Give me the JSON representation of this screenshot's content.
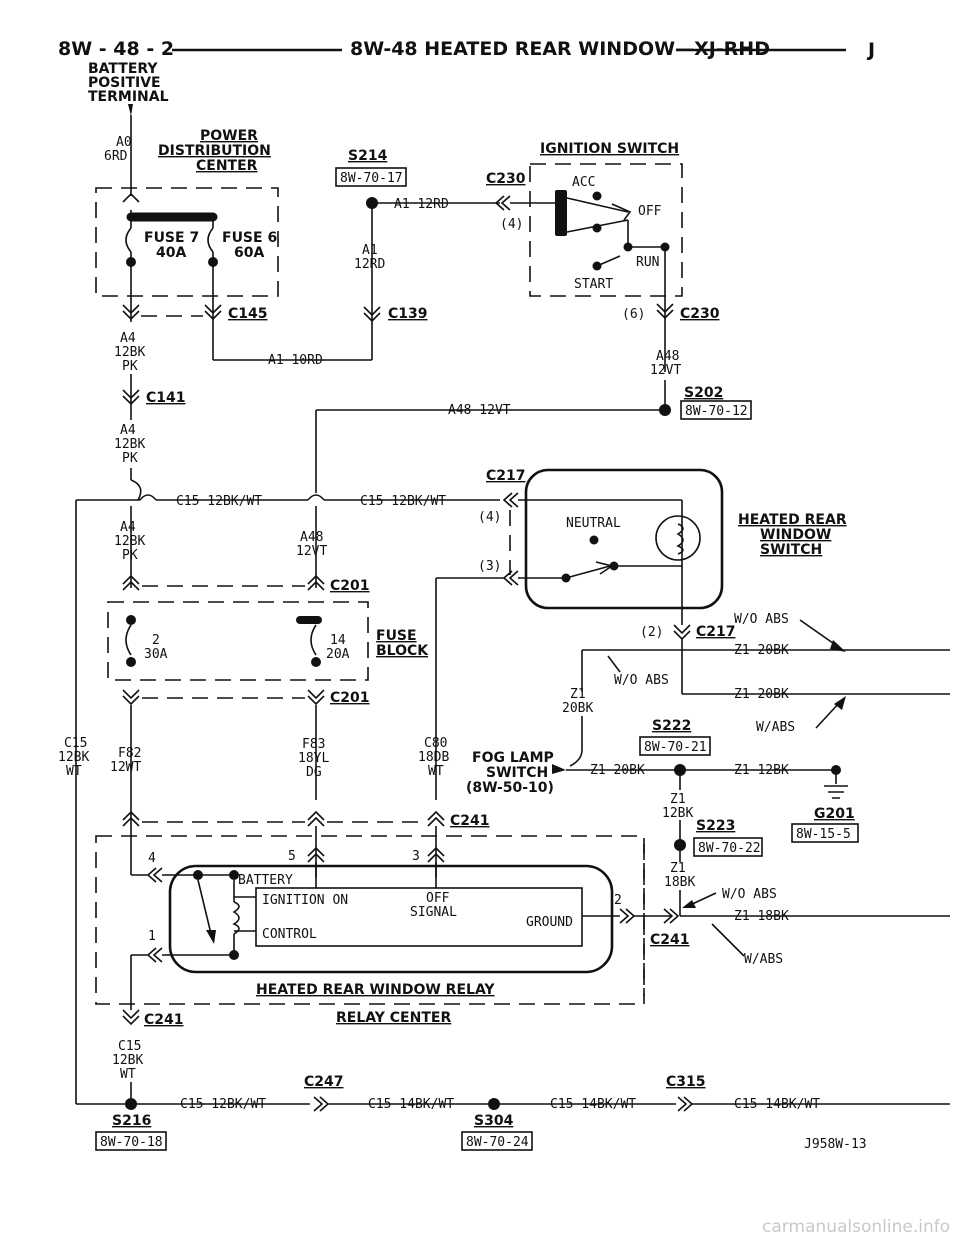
{
  "header": {
    "page": "8W - 48 - 2",
    "title": "8W-48 HEATED REAR WINDOW—XJ-RHD",
    "letter": "J"
  },
  "battery": {
    "l1": "BATTERY",
    "l2": "POSITIVE",
    "l3": "TERMINAL"
  },
  "pdc": {
    "l1": "POWER",
    "l2": "DISTRIBUTION",
    "l3": "CENTER",
    "wire_a": "A0",
    "wire_b": "6RD",
    "fuse7_a": "FUSE 7",
    "fuse7_b": "40A",
    "fuse6_a": "FUSE 6",
    "fuse6_b": "60A",
    "conn": "C145"
  },
  "splices": {
    "s214": "S214",
    "s214_ref": "8W-70-17",
    "s202": "S202",
    "s202_ref": "8W-70-12",
    "s222": "S222",
    "s222_ref": "8W-70-21",
    "s223": "S223",
    "s223_ref": "8W-70-22",
    "s216": "S216",
    "s216_ref": "8W-70-18",
    "s304": "S304",
    "s304_ref": "8W-70-24",
    "g201": "G201",
    "g201_ref": "8W-15-5"
  },
  "ignition": {
    "title": "IGNITION SWITCH",
    "c230": "C230",
    "pin4": "(4)",
    "pin6": "(6)",
    "acc": "ACC",
    "off": "OFF",
    "run": "RUN",
    "start": "START"
  },
  "wires": {
    "a1_12rd": "A1 12RD",
    "a1": "A1",
    "w12rd": "12RD",
    "a1_10rd": "A1 10RD",
    "c139": "C139",
    "a4": "A4",
    "w12bk": "12BK",
    "pk": "PK",
    "c141": "C141",
    "a48": "A48",
    "w12vt": "12VT",
    "a48_12vt": "A48 12VT",
    "c15_12bkwt": "C15 12BK/WT",
    "c15": "C15",
    "wt": "WT",
    "f82": "F82",
    "w12wt": "12WT",
    "f83": "F83",
    "w18yl": "18YL",
    "dg": "DG",
    "c80": "C80",
    "w18db": "18DB",
    "z1": "Z1",
    "w20bk": "20BK",
    "z1_20bk": "Z1 20BK",
    "z1_12bk": "Z1 12BK",
    "w12bk2": "12BK",
    "w18bk": "18BK",
    "z1_18bk": "Z1 18BK",
    "wo_abs": "W/O ABS",
    "w_abs": "W/ABS",
    "c15_14bkwt": "C15 14BK/WT",
    "c247": "C247",
    "c315": "C315"
  },
  "fuse_block": {
    "l1": "FUSE",
    "l2": "BLOCK",
    "c201": "C201",
    "f2": "2",
    "f2a": "30A",
    "f14": "14",
    "f14a": "20A"
  },
  "hrw_switch": {
    "l1": "HEATED REAR",
    "l2": "WINDOW",
    "l3": "SWITCH",
    "neutral": "NEUTRAL",
    "c217": "C217",
    "pin4": "(4)",
    "pin3": "(3)",
    "pin2": "(2)"
  },
  "fog": {
    "l1": "FOG LAMP",
    "l2": "SWITCH",
    "l3": "(8W-50-10)"
  },
  "relay": {
    "title": "HEATED REAR WINDOW RELAY",
    "center": "RELAY CENTER",
    "c241": "C241",
    "battery": "BATTERY",
    "ign_on": "IGNITION ON",
    "off1": "OFF",
    "off2": "SIGNAL",
    "ground": "GROUND",
    "control": "CONTROL",
    "p1": "1",
    "p2": "2",
    "p3": "3",
    "p4": "4",
    "p5": "5"
  },
  "footer": {
    "code": "J958W-13",
    "watermark": "carmanualsonline.info"
  }
}
